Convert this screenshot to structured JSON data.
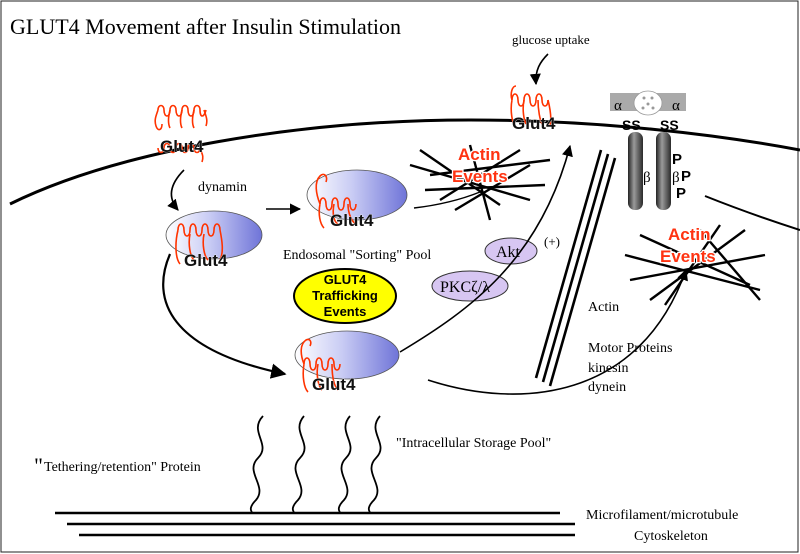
{
  "title": "GLUT4 Movement after Insulin Stimulation",
  "glucose_uptake": "glucose uptake",
  "glut4_label": "Glut4",
  "dynamin": "dynamin",
  "actin_events": {
    "line1": "Actin",
    "line2": "Events"
  },
  "endosomal_pool": "Endosomal \"Sorting\" Pool",
  "trafficking_events": {
    "line1": "GLUT4",
    "line2": "Trafficking",
    "line3": "Events"
  },
  "akt": "Akt",
  "pkc": "PKCζ/λ",
  "plus": "(+)",
  "actin": "Actin",
  "motor_proteins": {
    "line1": "Motor Proteins",
    "line2": "kinesin",
    "line3": "dynein"
  },
  "receptor": {
    "alpha": "α",
    "beta": "β",
    "ss": "SS",
    "p": "P"
  },
  "tethering": {
    "quote": "\"",
    "text": "Tethering/retention\" Protein"
  },
  "storage_pool": "\"Intracellular Storage Pool\"",
  "cytoskeleton": {
    "line1": "Microfilament/microtubule",
    "line2": "Cytoskeleton"
  },
  "colors": {
    "glut4_protein": "#ff3300",
    "vesicle": "#6f74d8",
    "trafficking_fill": "#ffff00",
    "kinase_fill": "#d7c6f2",
    "actin_text": "#ff3311"
  }
}
